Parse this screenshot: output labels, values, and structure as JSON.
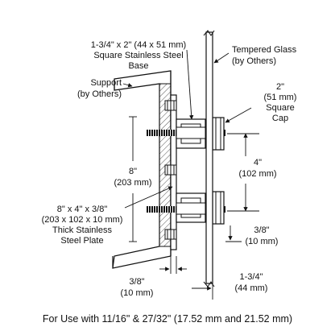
{
  "labels": {
    "base_dim": "1-3/4\" x 2\" (44 x 51 mm)",
    "base_desc1": "Square Stainless Steel",
    "base_desc2": "Base",
    "glass1": "Tempered Glass",
    "glass2": "(by Others)",
    "support1": "Support",
    "support2": "(by Others)",
    "cap1": "2\"",
    "cap2": "(51 mm)",
    "cap3": "Square",
    "cap4": "Cap",
    "spacing_in": "4\"",
    "spacing_mm": "(102 mm)",
    "height_in": "8\"",
    "height_mm": "(203 mm)",
    "plate1": "8\" x 4\" x 3/8\"",
    "plate2": "(203 x 102 x 10 mm)",
    "plate3": "Thick Stainless",
    "plate4": "Steel Plate",
    "edge_in": "3/8\"",
    "edge_mm": "(10 mm)",
    "plate_th_in": "3/8\"",
    "plate_th_mm": "(10 mm)",
    "depth_in": "1-3/4\"",
    "depth_mm": "(44 mm)"
  },
  "footer": "For Use with 11/16\" & 27/32\" (17.52 mm and 21.52 mm)",
  "colors": {
    "line": "#111111",
    "hatch": "#555555",
    "background": "#ffffff"
  }
}
